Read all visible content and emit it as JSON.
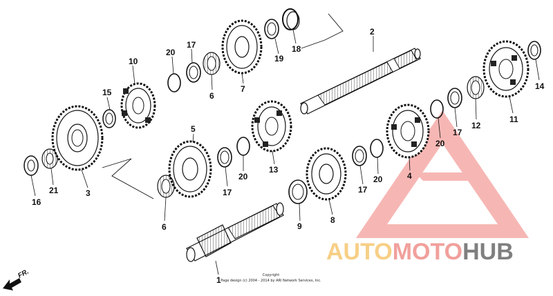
{
  "diagram": {
    "callouts": {
      "p1": "1",
      "p2": "2",
      "p3": "3",
      "p4": "4",
      "p5": "5",
      "p6a": "6",
      "p6b": "6",
      "p7": "7",
      "p8": "8",
      "p9": "9",
      "p10": "10",
      "p11": "11",
      "p12": "12",
      "p13": "13",
      "p14": "14",
      "p15": "15",
      "p16": "16",
      "p17a": "17",
      "p17b": "17",
      "p17c": "17",
      "p17d": "17",
      "p18": "18",
      "p19": "19",
      "p20a": "20",
      "p20b": "20",
      "p20c": "20",
      "p20d": "20",
      "p21": "21"
    },
    "copyright_line1": "Copyright",
    "copyright_line2": "Page design (c) 2004 - 2014 by ARI Network Services, Inc.",
    "front_label": "FR."
  },
  "watermark": {
    "part1": "AUTO",
    "part2": "MOTO",
    "part3": "HUB",
    "colors": {
      "auto": "#f7cf86",
      "moto": "#f1a09c",
      "hub": "#7f7f7f",
      "triangle": "#f4a09c"
    }
  }
}
